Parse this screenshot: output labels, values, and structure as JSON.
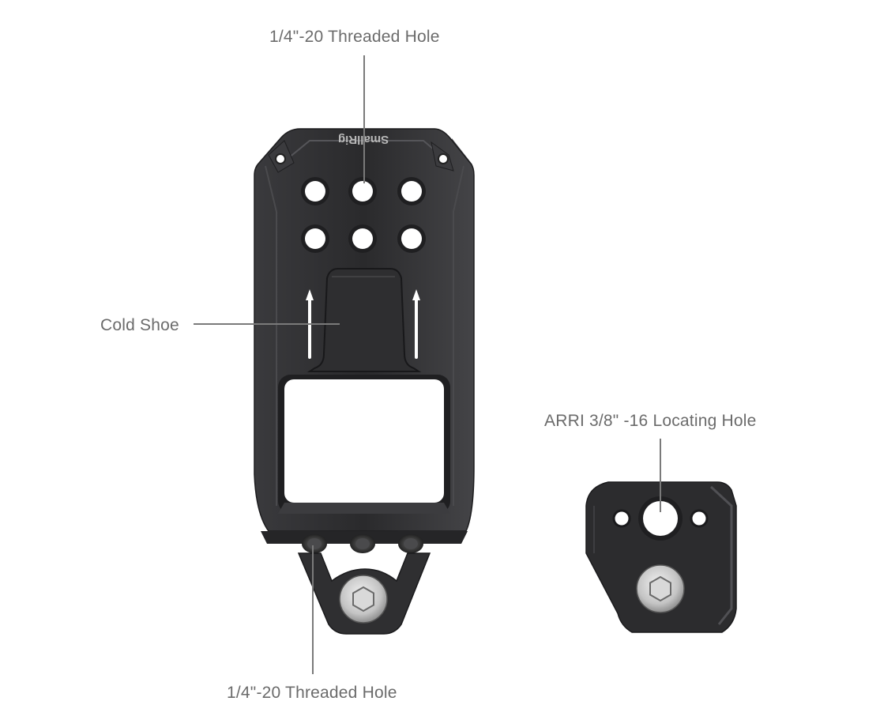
{
  "callouts": {
    "top_threaded_hole": "1/4\"-20 Threaded Hole",
    "cold_shoe": "Cold Shoe",
    "bottom_threaded_hole": "1/4\"-20 Threaded Hole",
    "arri_locating_hole": "ARRI 3/8\" -16 Locating Hole"
  },
  "product": {
    "brand_mark": "SmallRig"
  },
  "colors": {
    "metal_dark": "#2c2c2e",
    "metal_edge": "#4a4a4d",
    "metal_highlight": "#5d5d61",
    "hole_inner": "#ffffff",
    "screw_silver": "#cfcfcf",
    "leader_line": "#7a7a7a",
    "label_text": "#6b6b6b"
  }
}
